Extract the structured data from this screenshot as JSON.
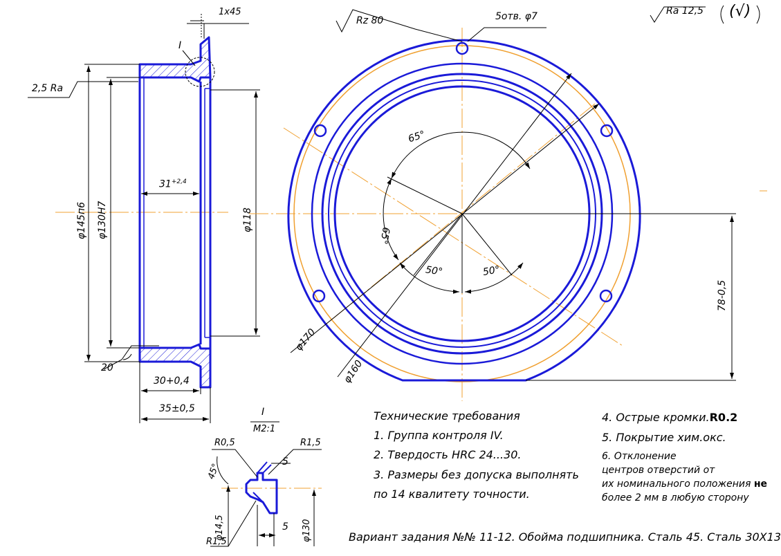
{
  "rough_rz": "Rz 80",
  "holes": "5отв. φ7",
  "rough_general": "Ra 12,5",
  "rough_general_paren": "(√)",
  "chamfer": "1x45",
  "detail_i": "I",
  "rough_25": "2,5 Ra",
  "dim_145": "φ145п6",
  "dim_130h7": "φ130H7",
  "dim_31": "31",
  "dim_31_tol": "+2,4",
  "dim_118": "φ118",
  "dim_20": "20",
  "dim_30": "30+0,4",
  "dim_35": "35±0,5",
  "angle_65a": "65°",
  "angle_65b": "65°",
  "angle_50a": "50°",
  "angle_50b": "50°",
  "dim_170": "φ170",
  "dim_160": "φ160",
  "dim_78": "78-0,5",
  "detail_title": "I",
  "detail_scale": "M2:1",
  "det_r05": "R0,5",
  "det_r15": "R1,5",
  "det_45": "45°",
  "det_5a": "5",
  "det_5b": "5",
  "det_145": "φ14,5",
  "det_130": "φ130",
  "det_r15b": "R1,5",
  "req": {
    "title": "Технические требования",
    "l1": "1. Группа контроля IV.",
    "l2": "2. Твердость HRC 24...30.",
    "l3": "3. Размеры без допуска выполнять",
    "l4": "по 14 квалитету точности.",
    "l5_pre": "4. Острые кромки.",
    "l5_bold": "R0.2",
    "l6": "5. Покрытие хим.окс.",
    "l7": "6. Отклонение",
    "l8": "центров отверстий от",
    "l9_pre": "их номинального положения ",
    "l9_bold": "не",
    "l10": "более 2 мм в любую сторону"
  },
  "caption": "Вариант задания №№ 11-12. Обойма подшипника. Сталь 45. Сталь 30Х13",
  "colors": {
    "contour": "#1a1ad8",
    "axis": "#f0a030",
    "dim": "#000000",
    "hatch": "#1a1ad8"
  }
}
